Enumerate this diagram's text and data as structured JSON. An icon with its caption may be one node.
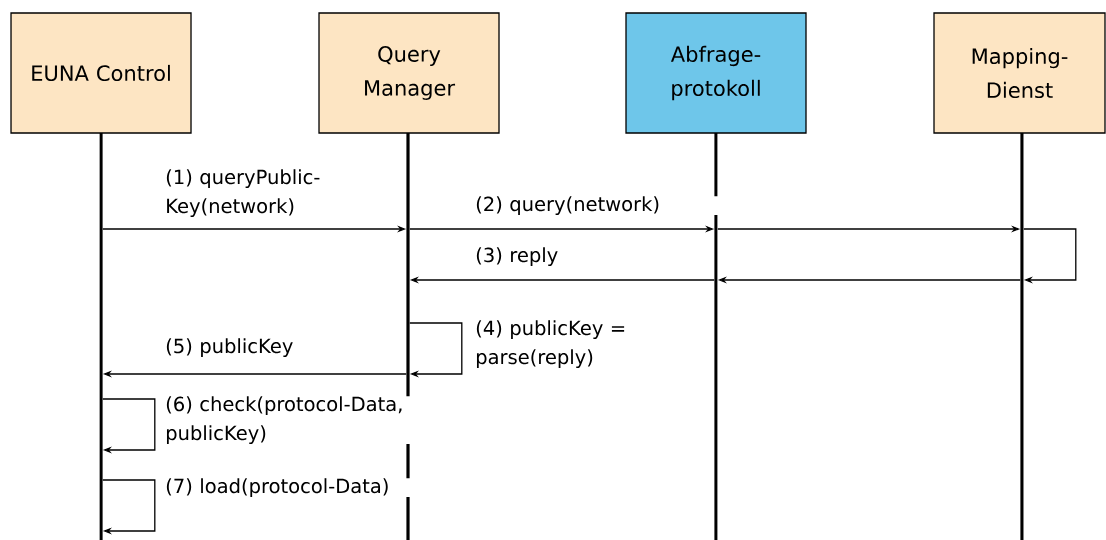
{
  "diagram": {
    "nodes": [
      {
        "text": [
          "EUNA Control"
        ]
      },
      {
        "text": [
          "Query Manager"
        ]
      },
      {
        "text": [
          "Abfrage-protokoll"
        ]
      },
      {
        "text": [
          "Mapping-Dienst"
        ]
      },
      {
        "text": [],
        "shape": "line"
      },
      {
        "text": [],
        "shape": "line"
      },
      {
        "text": [],
        "shape": "line"
      },
      {
        "text": [],
        "shape": "line"
      }
    ],
    "edges": [
      {
        "from": 4,
        "to": 5,
        "arrow": "to",
        "label": "(1) queryPublic-Key(network)"
      },
      {
        "from": 5,
        "to": 6,
        "arrow": "to",
        "label": "(2) query(network)"
      },
      {
        "from": 6,
        "to": 7,
        "arrow": "to"
      },
      {
        "from": 7,
        "to": 7,
        "arrow": "to"
      },
      {
        "from": 7,
        "to": 6,
        "arrow": "to"
      },
      {
        "from": 6,
        "to": 5,
        "arrow": "to",
        "label": "(3) reply"
      },
      {
        "from": 5,
        "to": 5,
        "arrow": "to",
        "label": "(4) publicKey = parse(reply)"
      },
      {
        "from": 5,
        "to": 4,
        "arrow": "to",
        "label": "(5) publicKey"
      },
      {
        "from": 4,
        "to": 4,
        "arrow": "to",
        "label": "(6) check(protocol-Data, publicKey)"
      },
      {
        "from": 4,
        "to": 4,
        "arrow": "to",
        "label": "(7) load(protocol-Data)"
      }
    ]
  }
}
